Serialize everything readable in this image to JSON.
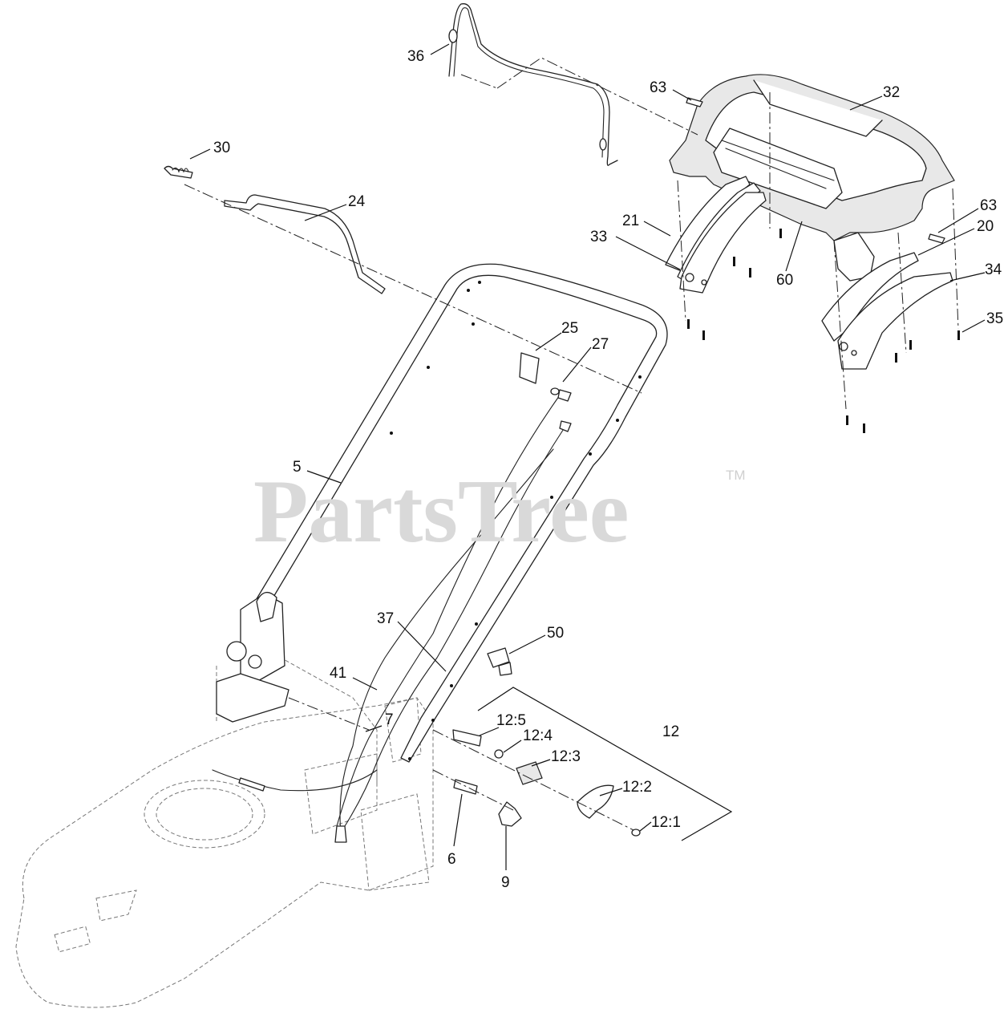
{
  "watermark": {
    "text": "PartsTree",
    "tm": "TM"
  },
  "callouts": [
    {
      "id": "36",
      "label": "36"
    },
    {
      "id": "63a",
      "label": "63"
    },
    {
      "id": "32",
      "label": "32"
    },
    {
      "id": "30",
      "label": "30"
    },
    {
      "id": "24",
      "label": "24"
    },
    {
      "id": "21",
      "label": "21"
    },
    {
      "id": "33",
      "label": "33"
    },
    {
      "id": "60",
      "label": "60"
    },
    {
      "id": "63b",
      "label": "63"
    },
    {
      "id": "20",
      "label": "20"
    },
    {
      "id": "34",
      "label": "34"
    },
    {
      "id": "35",
      "label": "35"
    },
    {
      "id": "25",
      "label": "25"
    },
    {
      "id": "27",
      "label": "27"
    },
    {
      "id": "5",
      "label": "5"
    },
    {
      "id": "37",
      "label": "37"
    },
    {
      "id": "50",
      "label": "50"
    },
    {
      "id": "41",
      "label": "41"
    },
    {
      "id": "7",
      "label": "7"
    },
    {
      "id": "12-5",
      "label": "12:5"
    },
    {
      "id": "12-4",
      "label": "12:4"
    },
    {
      "id": "12",
      "label": "12"
    },
    {
      "id": "12-3",
      "label": "12:3"
    },
    {
      "id": "12-2",
      "label": "12:2"
    },
    {
      "id": "12-1",
      "label": "12:1"
    },
    {
      "id": "6",
      "label": "6"
    },
    {
      "id": "9",
      "label": "9"
    }
  ]
}
